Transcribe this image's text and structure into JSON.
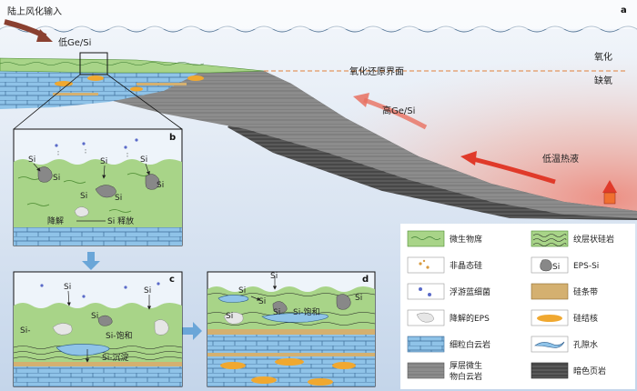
{
  "panel_a": {
    "letter": "a",
    "input_label": "陆上风化输入",
    "low_ratio": "低Ge/Si",
    "redox_interface": "氧化还原界面",
    "oxic": "氧化",
    "anoxic": "缺氧",
    "high_ratio": "高Ge/Si",
    "hydrothermal": "低温热液"
  },
  "panel_b": {
    "letter": "b",
    "si": "Si",
    "degrade_label": "降解",
    "release_label": "Si 释放"
  },
  "panel_c": {
    "letter": "c",
    "si": "Si",
    "si_dash": "Si-",
    "saturated": "Si-饱和",
    "precipitate": "Si-沉淀"
  },
  "panel_d": {
    "letter": "d",
    "si": "Si",
    "saturated": "Si-饱和"
  },
  "legend": {
    "microbial_mat": "微生物席",
    "laminated_chert": "纹层状硅岩",
    "amorphous_silica": "非晶态硅",
    "eps_si": "EPS-Si",
    "eps_si_tag": "Si",
    "plankton_cyano": "浮游蓝细菌",
    "chert_band": "硅条带",
    "degraded_eps": "降解的EPS",
    "chert_nodule": "硅结核",
    "fine_dolomite_l1": "细粒白云岩",
    "pore_water": "孔隙水",
    "thick_dolomite_l1": "厚层微生",
    "thick_dolomite_l2": "物白云岩",
    "dark_shale": "暗色页岩"
  },
  "colors": {
    "sea_top": "#f2f6fb",
    "sea_bottom": "#c6d6ea",
    "mat_green": "#a8d488",
    "dolomite_blue": "#8fc3e8",
    "grey_dolomite": "#8c8c8c",
    "shale": "#4a4a4a",
    "nodule": "#f0a830",
    "band": "#d4b070",
    "arrow_red": "#e03a2a",
    "arrow_brown": "#8a4030",
    "process_arrow": "#6aa6d8"
  }
}
